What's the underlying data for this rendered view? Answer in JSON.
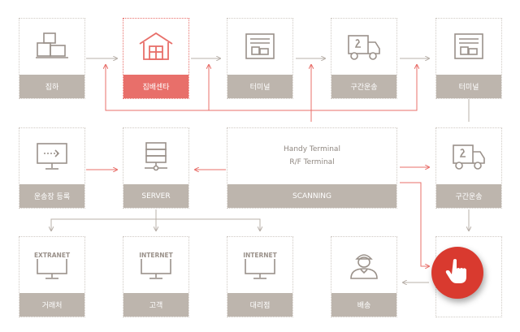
{
  "nodes": {
    "pickup": "집하",
    "hub": "집배센타",
    "terminal_1": "터미널",
    "transport_1": "구간운송",
    "terminal_2": "터미널",
    "waybill": "운송장 등록",
    "server": "SERVER",
    "scanning": "SCANNING",
    "transport_2": "구간운송",
    "partner": "거래처",
    "customer": "고객",
    "agency": "대리점",
    "delivery": "배송"
  },
  "scanning_lines": [
    "Handy Terminal",
    "R/F Terminal"
  ],
  "net_labels": {
    "extranet": "EXTRANET",
    "internet_1": "INTERNET",
    "internet_2": "INTERNET"
  },
  "colors": {
    "accent": "#e86f6a",
    "footer": "#bdb5ad",
    "icon": "#9a918a",
    "fab": "#d93a2f",
    "wire": "#b8b0a9"
  }
}
